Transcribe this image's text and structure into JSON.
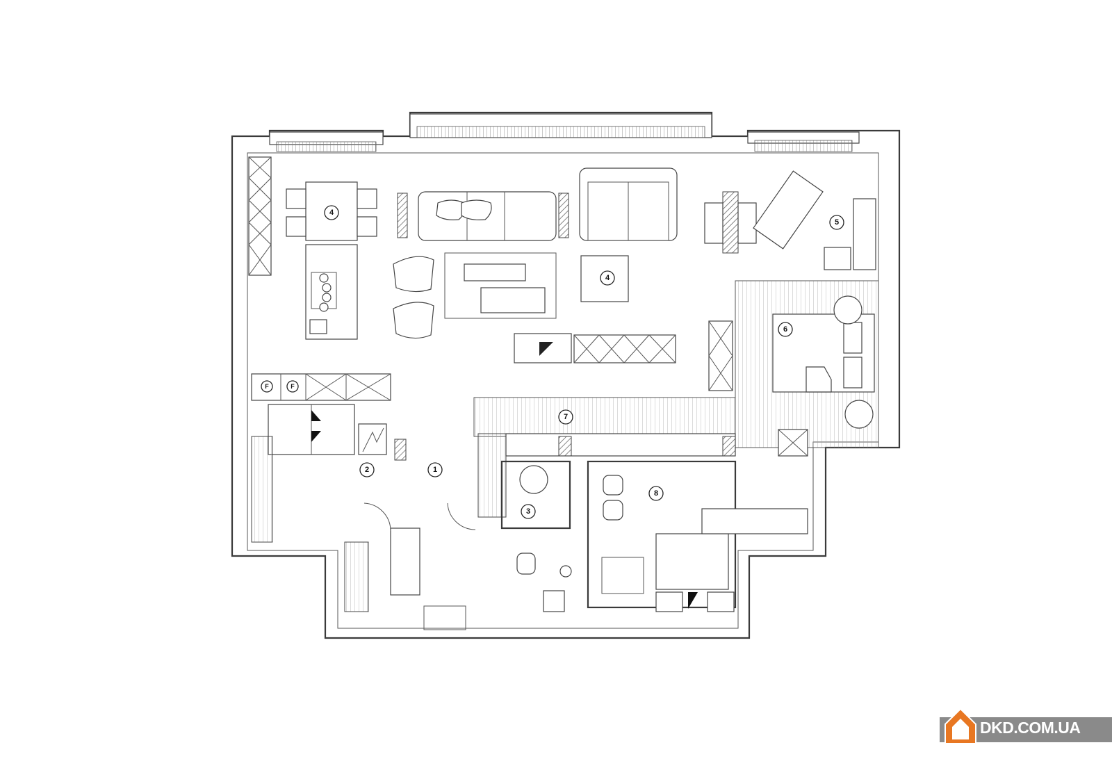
{
  "floor_plan": {
    "room_labels": [
      {
        "id": "entrance",
        "number": "1"
      },
      {
        "id": "closet",
        "number": "2"
      },
      {
        "id": "guest-bath",
        "number": "3"
      },
      {
        "id": "dining",
        "number": "4"
      },
      {
        "id": "living",
        "number": "4"
      },
      {
        "id": "lounge",
        "number": "5"
      },
      {
        "id": "bedroom",
        "number": "6"
      },
      {
        "id": "wardrobe",
        "number": "7"
      },
      {
        "id": "master-bath",
        "number": "8"
      }
    ],
    "appliance_labels": [
      "F",
      "F"
    ]
  },
  "watermark": {
    "text": "DKD.COM.UA",
    "logo": "house-icon",
    "bar_color": "#8a8a8a",
    "logo_color": "#e87722"
  }
}
